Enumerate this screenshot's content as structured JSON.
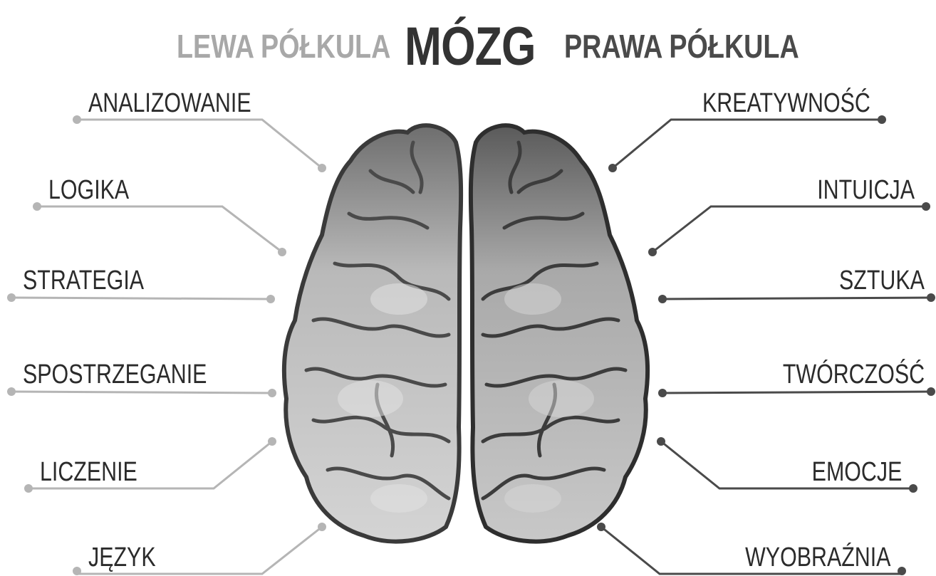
{
  "header": {
    "left_hemisphere": "LEWA PÓŁKULA",
    "title": "MÓZG",
    "right_hemisphere": "PRAWA PÓŁKULA"
  },
  "left_labels": [
    "ANALIZOWANIE",
    "LOGIKA",
    "STRATEGIA",
    "SPOSTRZEGANIE",
    "LICZENIE",
    "JĘZYK"
  ],
  "right_labels": [
    "KREATYWNOŚĆ",
    "INTUICJA",
    "SZTUKA",
    "TWÓRCZOŚĆ",
    "EMOCJE",
    "WYOBRAŹNIA"
  ],
  "colors": {
    "left_connector": "#b5b5b5",
    "right_connector": "#4a4a4a",
    "left_title": "#a8a8a8",
    "title": "#333333",
    "right_title": "#4a4a4a"
  }
}
